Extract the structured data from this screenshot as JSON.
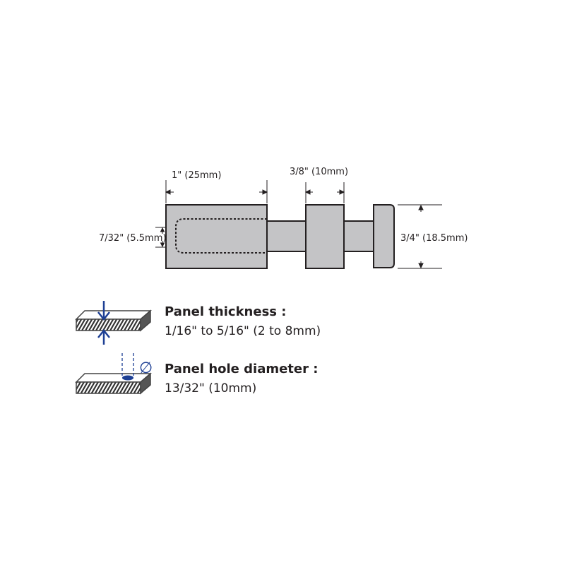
{
  "dimensions": {
    "length_body": "1\" (25mm)",
    "collar_width": "3/8\" (10mm)",
    "hole_diameter_inner": "7/32\" (5.5mm)",
    "head_height": "3/4\" (18.5mm)"
  },
  "specs": [
    {
      "title": "Panel thickness :",
      "value": "1/16\" to 5/16\" (2 to 8mm)"
    },
    {
      "title": "Panel hole diameter :",
      "value": "13/32\" (10mm)"
    }
  ],
  "diameter_symbol": "∅",
  "colors": {
    "part_fill": "#c4c4c6",
    "outline": "#231f20",
    "accent": "#1d3f94"
  }
}
